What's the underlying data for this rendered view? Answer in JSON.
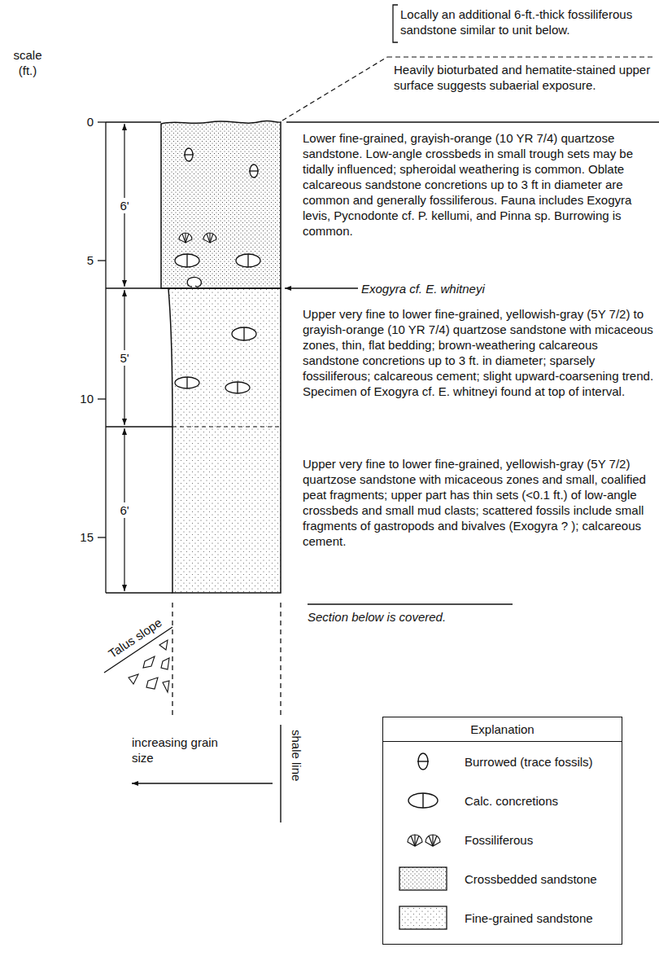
{
  "diagram": {
    "nodes": [
      {
        "text": [
          "Explanation"
        ]
      }
    ],
    "labels": [
      "Locally an additional 6-ft.-thick fossiliferous sandstone similar to unit below.",
      "Heavily bioturbated and hematite-stained upper surface suggests subaerial exposure.",
      "scale (ft.)",
      "0",
      "5",
      "10",
      "15",
      "6'",
      "5'",
      "6'",
      "Lower fine-grained, grayish-orange (10 YR 7/4) quartzose sandstone. Low-angle crossbeds in small trough sets may be tidally influenced; spheroidal weathering is common. Oblate calcareous sandstone concretions up to 3 ft in diameter are common and generally fossiliferous. Fauna includes Exogyra levis, Pycnodonte cf. P. kellumi, and Pinna sp. Burrowing is common.",
      "Exogyra cf. E. whitneyi",
      "Upper very fine to lower fine-grained, yellowish-gray (5Y 7/2) to grayish-orange (10 YR 7/4) quartzose sandstone with micaceous zones, thin, flat bedding; brown-weathering calcareous sandstone concretions up to 3 ft. in diameter; sparsely fossiliferous; calcareous cement; slight upward-coarsening trend. Specimen of Exogyra cf. E. whitneyi found at top of interval.",
      "Upper very fine to lower fine-grained, yellowish-gray (5Y 7/2) quartzose sandstone with micaceous zones and small, coalified peat fragments; upper part has thin sets (<0.1 ft.) of low-angle crossbeds and small mud clasts; scattered fossils include small fragments of gastropods and bivalves (Exogyra ? ); calcareous cement.",
      "Section below is covered.",
      "Talus slope",
      "increasing grain size",
      "shale line"
    ],
    "legend": [
      {
        "text": "Burrowed (trace fossils)"
      },
      {
        "text": "Calc. concretions"
      },
      {
        "text": "Fossiliferous"
      },
      {
        "text": "Crossbedded sandstone"
      },
      {
        "text": "Fine-grained sandstone"
      }
    ]
  }
}
